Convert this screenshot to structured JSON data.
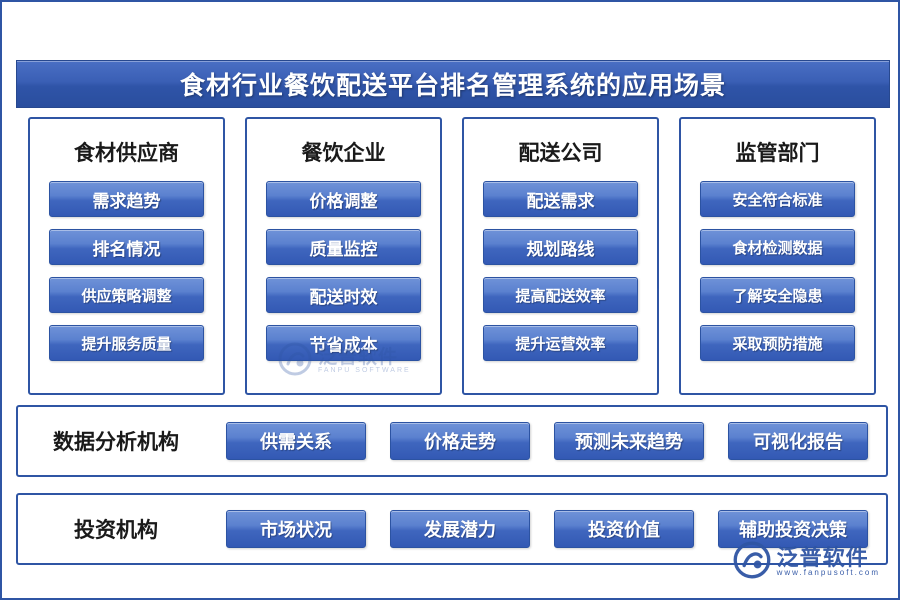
{
  "title": "食材行业餐饮配送平台排名管理系统的应用场景",
  "columns": [
    {
      "head": "食材供应商",
      "items": [
        "需求趋势",
        "排名情况",
        "供应策略调整",
        "提升服务质量"
      ]
    },
    {
      "head": "餐饮企业",
      "items": [
        "价格调整",
        "质量监控",
        "配送时效",
        "节省成本"
      ]
    },
    {
      "head": "配送公司",
      "items": [
        "配送需求",
        "规划路线",
        "提高配送效率",
        "提升运营效率"
      ]
    },
    {
      "head": "监管部门",
      "items": [
        "安全符合标准",
        "食材检测数据",
        "了解安全隐患",
        "采取预防措施"
      ]
    }
  ],
  "rows": [
    {
      "label": "数据分析机构",
      "items": [
        "供需关系",
        "价格走势",
        "预测未来趋势",
        "可视化报告"
      ]
    },
    {
      "label": "投资机构",
      "items": [
        "市场状况",
        "发展潜力",
        "投资价值",
        "辅助投资决策"
      ]
    }
  ],
  "watermark": {
    "main": "泛普软件",
    "sub": "www.fanpusoft.com",
    "center_sub": "FANPU SOFTWARE"
  },
  "colors": {
    "border": "#2f55a4",
    "pill_top": "#6f92d8",
    "pill_bottom": "#3359b4",
    "banner": "#2f54a8",
    "text_dark": "#1a1a1a",
    "text_light": "#ffffff"
  }
}
